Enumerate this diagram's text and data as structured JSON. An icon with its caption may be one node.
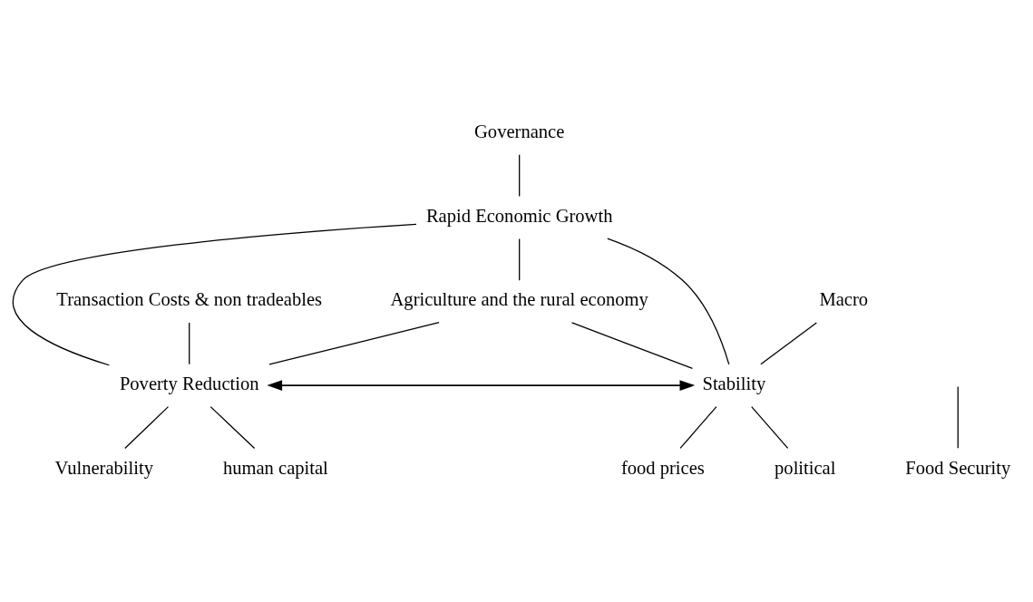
{
  "diagram": {
    "nodes": [
      {
        "text": [
          "Governance"
        ]
      },
      {
        "text": [
          "Rapid Economic Growth"
        ]
      },
      {
        "text": [
          "Transaction Costs & non tradeables"
        ]
      },
      {
        "text": [
          "Agriculture and the rural economy"
        ]
      },
      {
        "text": [
          "Macro"
        ]
      },
      {
        "text": [
          "Poverty Reduction"
        ]
      },
      {
        "text": [
          "Stability"
        ]
      },
      {
        "text": [
          "Vulnerability"
        ]
      },
      {
        "text": [
          "human capital"
        ]
      },
      {
        "text": [
          "food prices"
        ]
      },
      {
        "text": [
          "political"
        ]
      },
      {
        "text": [
          "Food Security"
        ]
      }
    ],
    "edges": [
      {
        "from": 0,
        "to": 1,
        "arrow": "none"
      },
      {
        "from": 1,
        "to": 5,
        "arrow": "none"
      },
      {
        "from": 1,
        "to": 3,
        "arrow": "none"
      },
      {
        "from": 1,
        "to": 6,
        "arrow": "none"
      },
      {
        "from": 2,
        "to": 5,
        "arrow": "none"
      },
      {
        "from": 3,
        "to": 5,
        "arrow": "none"
      },
      {
        "from": 3,
        "to": 6,
        "arrow": "none"
      },
      {
        "from": 4,
        "to": 6,
        "arrow": "none"
      },
      {
        "from": 5,
        "to": 6,
        "arrow": "both"
      },
      {
        "from": 11,
        "to": null,
        "arrow": "none"
      },
      {
        "from": 5,
        "to": 7,
        "arrow": "none"
      },
      {
        "from": 5,
        "to": 8,
        "arrow": "none"
      },
      {
        "from": 6,
        "to": 9,
        "arrow": "none"
      },
      {
        "from": 6,
        "to": 10,
        "arrow": "none"
      }
    ]
  }
}
